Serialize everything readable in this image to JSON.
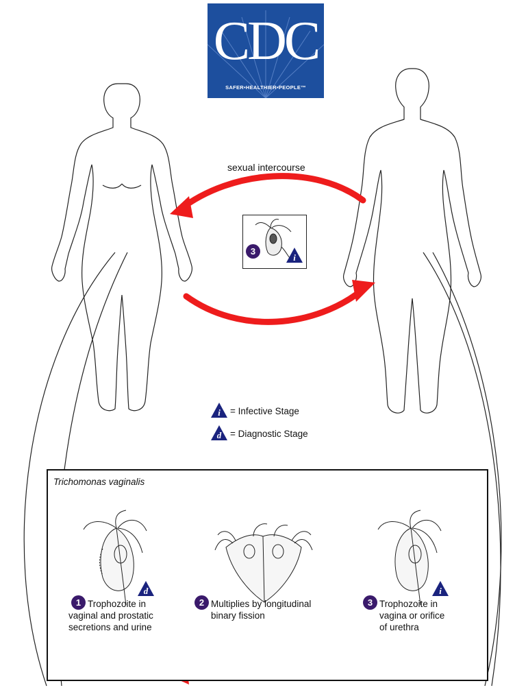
{
  "logo": {
    "text": "CDC",
    "tagline": "SAFER•HEALTHIER•PEOPLE™"
  },
  "transmission": {
    "label": "sexual intercourse",
    "inset_step": "3",
    "inset_badge": "i"
  },
  "legend": {
    "infective": {
      "badge": "i",
      "text": "= Infective Stage"
    },
    "diagnostic": {
      "badge": "d",
      "text": "= Diagnostic Stage"
    }
  },
  "lifecycle": {
    "organism": "Trichomonas vaginalis",
    "steps": [
      {
        "num": "1",
        "line1": "Trophozoite in",
        "line2": "vaginal and prostatic",
        "line3": "secretions and urine",
        "badge": "d"
      },
      {
        "num": "2",
        "line1": "Multiplies by longitudinal",
        "line2": "binary fission",
        "line3": "",
        "badge": ""
      },
      {
        "num": "3",
        "line1": "Trophozoite in",
        "line2": "vagina or orifice",
        "line3": "of urethra",
        "badge": "i"
      }
    ]
  },
  "colors": {
    "arrow_red": "#ee1c1c",
    "badge_blue": "#1a237e",
    "step_purple": "#3a1a6b",
    "logo_blue": "#1d4f9e",
    "small_arrow_blue": "#1d3a8f"
  },
  "icons": [
    "female-figure-icon",
    "male-figure-icon",
    "trophozoite-icon",
    "dividing-trophozoite-icon"
  ]
}
